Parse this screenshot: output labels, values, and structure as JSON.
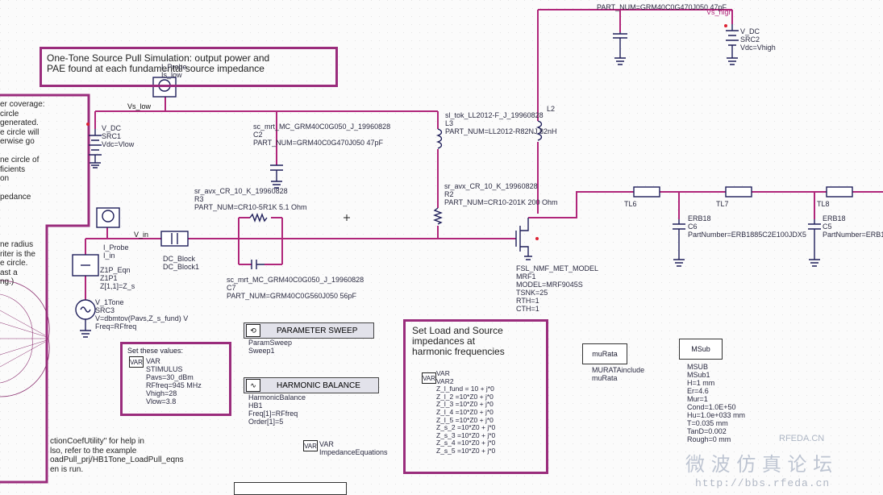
{
  "notes": {
    "source_pull": "One-Tone Source Pull Simulation: output power and\nPAE found at each fundamental source impedance",
    "set_values": "Set these values:",
    "load_source": "Set Load and Source\nimpedances at\nharmonic frequencies",
    "left_top": "er coverage:\ncircle\ngenerated.\ne circle will\nerwise go\n\nne circle of\nficients\non\n\npedance",
    "left_mid": "ne radius\nriter is the\ne circle.\nast a\nng.)",
    "left_bottom": "ctionCoefUtility\" for help in\nlso, refer to the example\noadPull_prj/HB1Tone_LoadPull_eqns\nen is run."
  },
  "components": {
    "top_part": "PART_NUM=GRM40C0G470J050 47pF",
    "vdc2": "V_DC\nSRC2\nVdc=Vhigh",
    "vhigh": "Vs_high",
    "probe_top": "I_Probe\nIs_low",
    "vs_low": "Vs_low",
    "vdc1": "V_DC\nSRC1\nVdc=Vlow",
    "c2": "sc_mrt_MC_GRM40C0G050_J_19960828\nC2\nPART_NUM=GRM40C0G470J050 47pF",
    "l3": "sl_tok_LL2012-F_J_19960828\nL3\nPART_NUM=LL2012-R82NJ 82nH",
    "l2": "L2",
    "r3": "sr_avx_CR_10_K_19960828\nR3\nPART_NUM=CR10-5R1K 5.1 Ohm",
    "r2": "sr_avx_CR_10_K_19960828\nR2\nPART_NUM=CR10-201K 200 Ohm",
    "v_in": "V_in",
    "probe_in": "I_Probe\nI_in",
    "dc_block": "DC_Block\nDC_Block1",
    "z1p": "Z1P_Eqn\nZ1P1\nZ[1,1]=Z_s",
    "c7": "sc_mrt_MC_GRM40C0G050_J_19960828\nC7\nPART_NUM=GRM40C0G560J050 56pF",
    "vtone": "V_1Tone\nSRC3\nV=dbmtov(Pavs,Z_s_fund) V\nFreq=RFfreq",
    "mrf": "FSL_NMF_MET_MODEL\nMRF1\nMODEL=MRF9045S\nTSNK=25\nRTH=1\nCTH=1",
    "tl6": "TL6",
    "tl7": "TL7",
    "tl8": "TL8",
    "c6": "ERB18\nC6\nPartNumber=ERB1885C2E100JDX5",
    "c5": "ERB18\nC5\nPartNumber=ERB1",
    "stimulus": "VAR\nSTIMULUS\nPavs=30_dBm\nRFfreq=945 MHz\nVhigh=28\nVlow=3.8",
    "var2": "VAR\nVAR2\nZ_l_fund = 10 + j*0\nZ_l_2 =10*Z0 + j*0\nZ_l_3 =10*Z0 + j*0\nZ_l_4 =10*Z0 + j*0\nZ_l_5 =10*Z0 + j*0\nZ_s_2 =10*Z0 + j*0\nZ_s_3 =10*Z0 + j*0\nZ_s_4 =10*Z0 + j*0\nZ_s_5 =10*Z0 + j*0",
    "sweep": "ParamSweep\nSweep1",
    "hb": "HarmonicBalance\nHB1\nFreq[1]=RFfreq\nOrder[1]=5",
    "imp_eq": "VAR\nImpedanceEquations",
    "murata_lbl": "MURATAinclude\nmuRata",
    "msub": "MSUB\nMSub1\nH=1 mm\nEr=4.6\nMur=1\nCond=1.0E+50\nHu=1.0e+033 mm\nT=0.035 mm\nTanD=0.002\nRough=0 mm"
  },
  "buttons": {
    "param_sweep": "PARAMETER SWEEP",
    "harmonic_balance": "HARMONIC BALANCE",
    "murata": "muRata",
    "msub": "MSub"
  },
  "watermark": {
    "site": "RFEDA.CN",
    "chinese": "微 波 仿 真 论 坛",
    "url": "http://bbs.rfeda.cn"
  },
  "colors": {
    "wire": "#b0267a",
    "component": "#1f1f5a",
    "note_border": "#9a2c7c"
  }
}
